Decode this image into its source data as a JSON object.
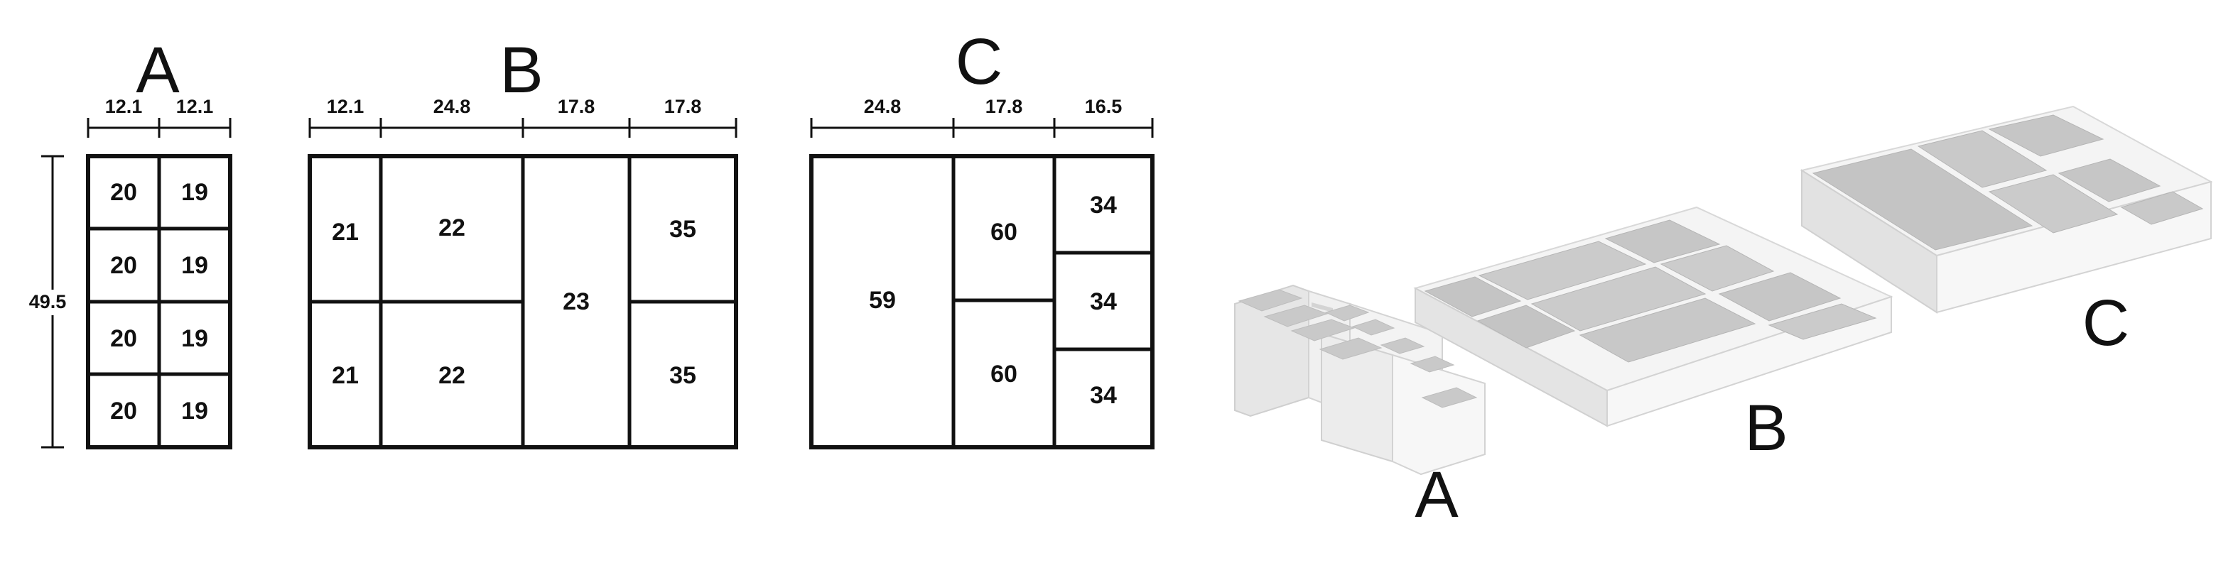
{
  "plan": {
    "A": {
      "label": "A",
      "col_widths": [
        "12.1",
        "12.1"
      ],
      "height": "49.5",
      "cells": [
        [
          "20",
          "19"
        ],
        [
          "20",
          "19"
        ],
        [
          "20",
          "19"
        ],
        [
          "20",
          "19"
        ]
      ]
    },
    "B": {
      "label": "B",
      "col_widths": [
        "12.1",
        "24.8",
        "17.8",
        "17.8"
      ],
      "cells": {
        "c1_top": "21",
        "c1_bottom": "21",
        "c2_top": "22",
        "c2_bottom": "22",
        "c3_full": "23",
        "c4_top": "35",
        "c4_bottom": "35"
      }
    },
    "C": {
      "label": "C",
      "col_widths": [
        "24.8",
        "17.8",
        "16.5"
      ],
      "cells": {
        "c1_full": "59",
        "c2_top": "60",
        "c2_bottom": "60",
        "c3_1": "34",
        "c3_2": "34",
        "c3_3": "34"
      }
    }
  },
  "render_labels": {
    "A": "A",
    "B": "B",
    "C": "C"
  },
  "colors": {
    "ink": "#111111",
    "tray_top": "#f4f4f4",
    "tray_inner": "#c9c9c9",
    "tray_side": "#e9e9e9"
  }
}
